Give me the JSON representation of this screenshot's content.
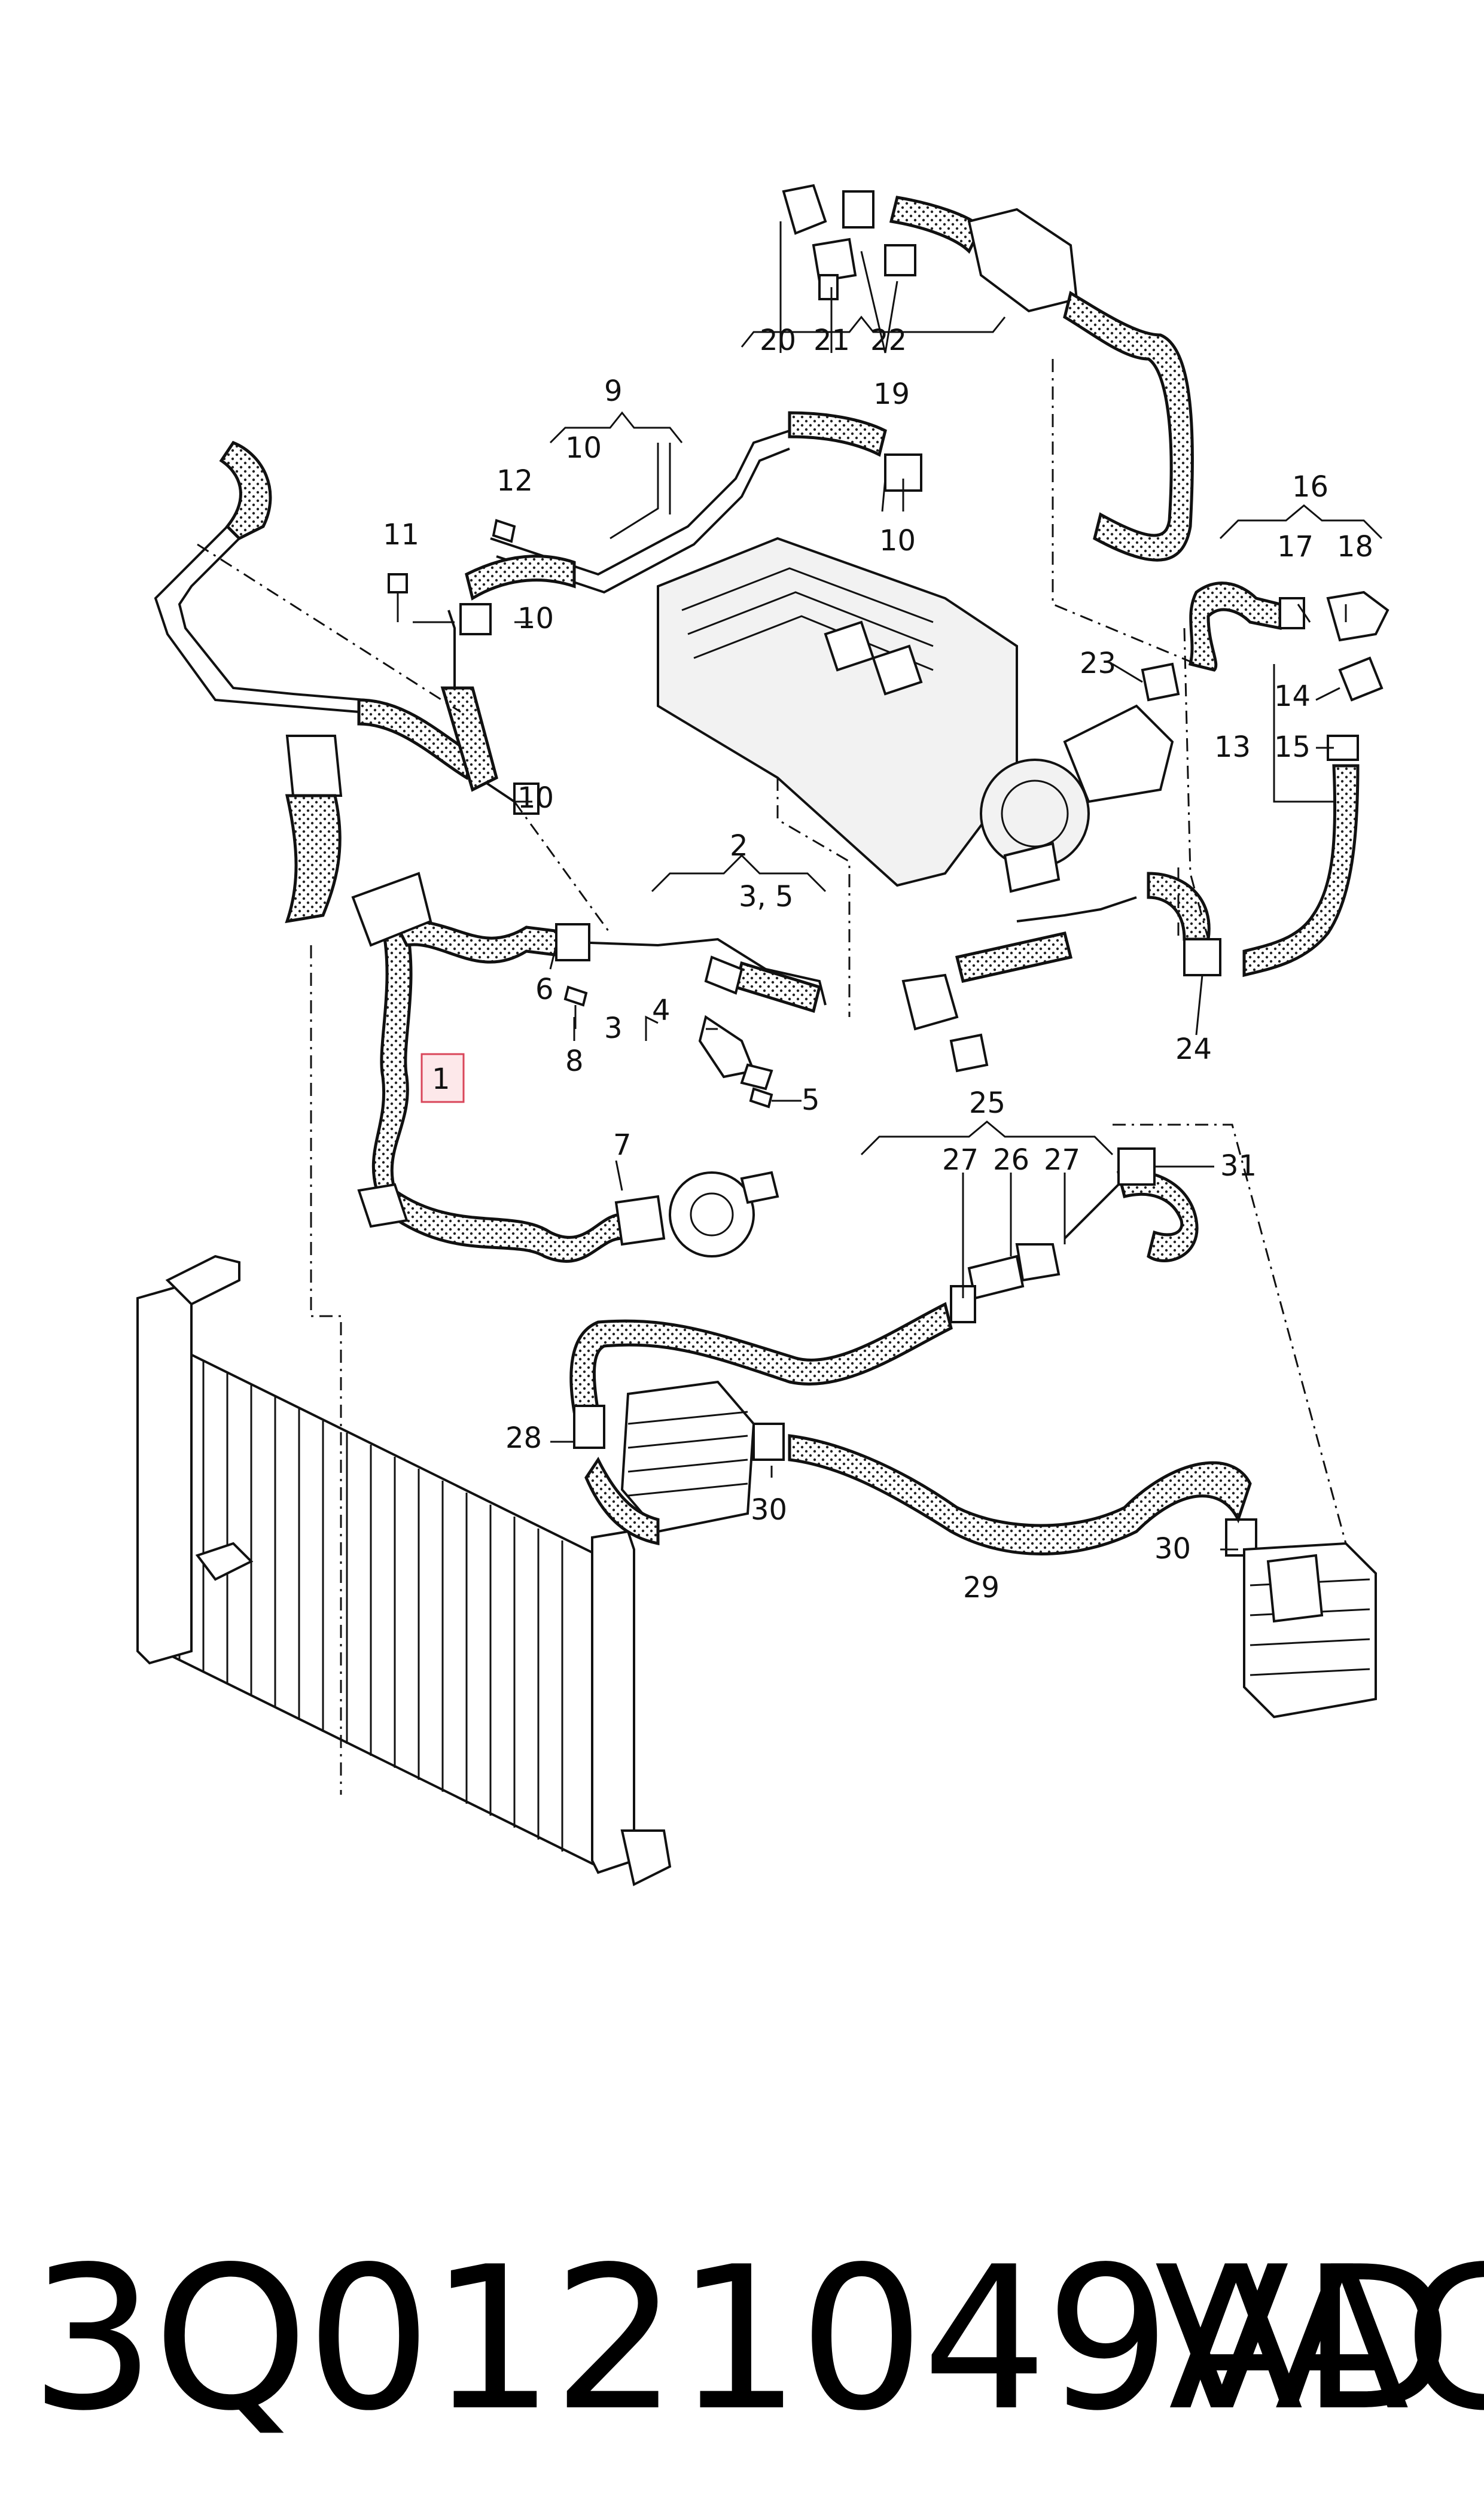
{
  "diagram": {
    "callouts": {
      "c1": "1",
      "c2": "2",
      "c3": "3",
      "c35": "3, 5",
      "c4": "4",
      "c5": "5",
      "c6": "6",
      "c7": "7",
      "c8": "8",
      "c9": "9",
      "c10a": "10",
      "c10b": "10",
      "c10c": "10",
      "c10d": "10",
      "c11": "11",
      "c12": "12",
      "c13": "13",
      "c14": "14",
      "c15": "15",
      "c16": "16",
      "c17": "17",
      "c18": "18",
      "c19": "19",
      "c20": "20",
      "c21": "21",
      "c22": "22",
      "c23": "23",
      "c24": "24",
      "c25": "25",
      "c26": "26",
      "c27a": "27",
      "c27b": "27",
      "c28": "28",
      "c29": "29",
      "c30a": "30",
      "c30b": "30",
      "c31": "31"
    },
    "highlighted_part": "1",
    "colors": {
      "line": "#111111",
      "highlight_fill": "#fde8ea",
      "highlight_stroke": "#d9465a"
    }
  },
  "footer": {
    "part_number": "3Q0121049AD",
    "brand": "VAG"
  }
}
